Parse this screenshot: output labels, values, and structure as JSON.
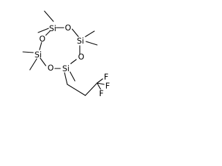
{
  "structure": {
    "atoms": [
      {
        "id": "si1",
        "label": "Si"
      },
      {
        "id": "si2",
        "label": "Si"
      },
      {
        "id": "si3",
        "label": "Si"
      },
      {
        "id": "si4",
        "label": "Si"
      },
      {
        "id": "o1",
        "label": "O"
      },
      {
        "id": "o2",
        "label": "O"
      },
      {
        "id": "o3",
        "label": "O"
      },
      {
        "id": "o4",
        "label": "O"
      },
      {
        "id": "f1",
        "label": "F"
      },
      {
        "id": "f2",
        "label": "F"
      },
      {
        "id": "f3",
        "label": "F"
      }
    ],
    "colors": {
      "bond": "#000000",
      "text": "#000000",
      "background": "#ffffff"
    }
  }
}
